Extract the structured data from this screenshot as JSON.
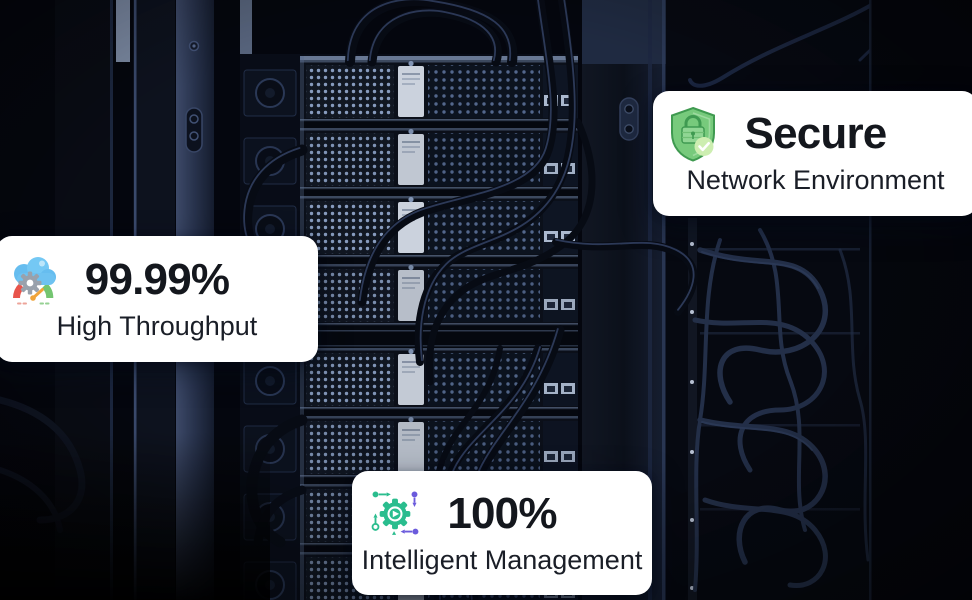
{
  "scene": {
    "accent_green": "#5fb564",
    "accent_blue": "#6cc0f0",
    "accent_teal": "#2abd8e",
    "accent_purple": "#5b50d6"
  },
  "cards": {
    "secure": {
      "icon": "shield-check-icon",
      "title": "Secure",
      "subtitle": "Network Environment"
    },
    "throughput": {
      "icon": "cloud-gauge-icon",
      "title": "99.99%",
      "subtitle": "High Throughput"
    },
    "management": {
      "icon": "gear-play-circuit-icon",
      "title": "100%",
      "subtitle": "Intelligent Management"
    }
  }
}
